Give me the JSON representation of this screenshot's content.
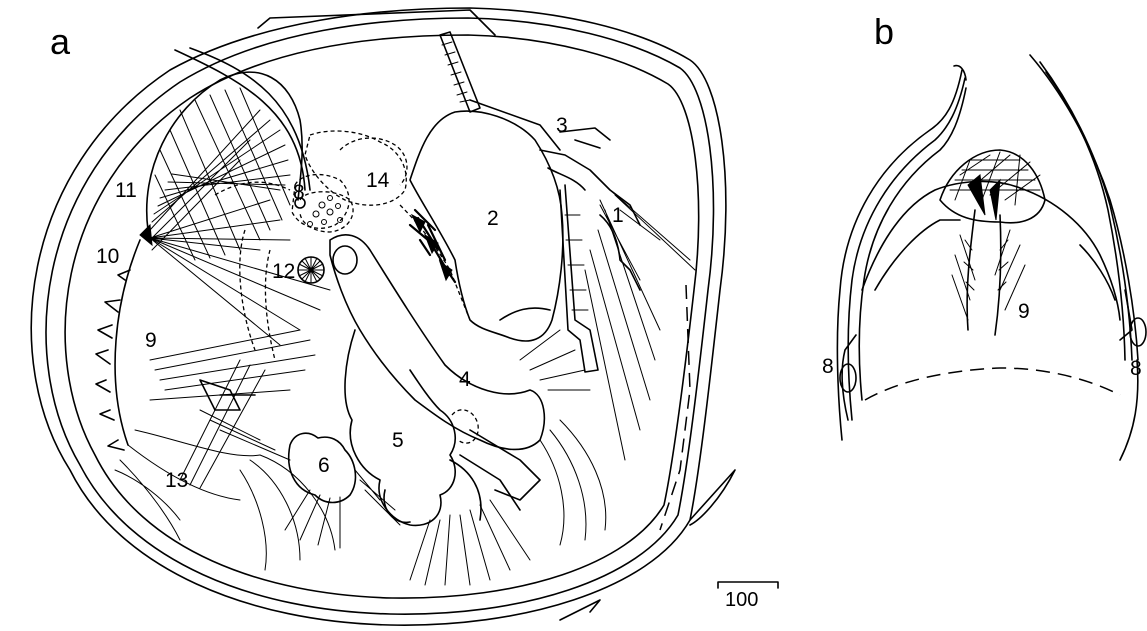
{
  "panels": {
    "a": {
      "label": "a"
    },
    "b": {
      "label": "b"
    }
  },
  "labels_a": {
    "l1": "1",
    "l2": "2",
    "l3": "3",
    "l4": "4",
    "l5": "5",
    "l6": "6",
    "l8": "8",
    "l9": "9",
    "l10": "10",
    "l11": "11",
    "l12": "12",
    "l13": "13",
    "l14": "14"
  },
  "labels_b": {
    "l8_left": "8",
    "l8_right": "8",
    "l9": "9"
  },
  "scale_bar": {
    "label": "100"
  }
}
